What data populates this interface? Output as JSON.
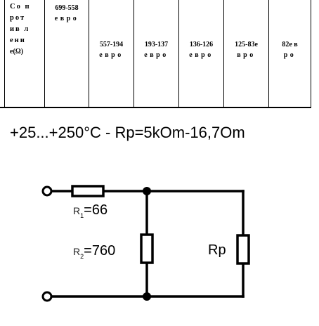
{
  "table": {
    "header": [
      "Со п",
      "рот",
      "ив л",
      "ени",
      "е(Ω)"
    ],
    "columns": [
      {
        "range": "699-558",
        "unit": "евро"
      },
      {
        "range": "557-194",
        "unit": "евро"
      },
      {
        "range": "193-137",
        "unit": "евро"
      },
      {
        "range": "136-126",
        "unit": "евро"
      },
      {
        "range": "125-83е",
        "unit": "вро"
      },
      {
        "range": "82е в",
        "unit": "ро"
      }
    ]
  },
  "formula": "+25...+250°C - Rp=5kOm-16,7Om",
  "circuit": {
    "r1_symbol": "R",
    "r1_sub": "1",
    "r1_value": "=66",
    "r2_symbol": "R",
    "r2_sub": "2",
    "r2_value": "=760",
    "rp_label": "Rp"
  }
}
